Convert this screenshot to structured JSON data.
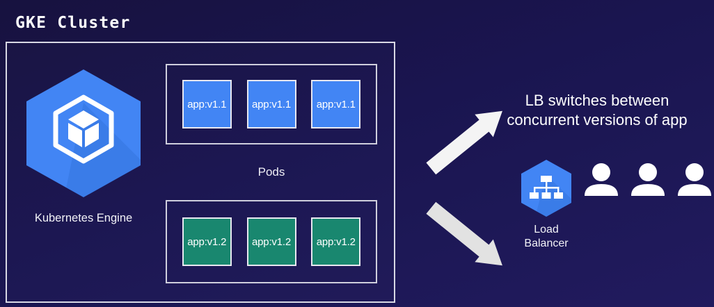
{
  "diagram": {
    "title": "GKE Cluster",
    "cluster": {
      "engine": {
        "label": "Kubernetes Engine",
        "icon": "kubernetes-engine-hexagon-icon"
      },
      "pods_label": "Pods",
      "pod_groups": [
        {
          "version": "v1.1",
          "color": "#4285f4",
          "pods": [
            "app:v1.1",
            "app:v1.1",
            "app:v1.1"
          ]
        },
        {
          "version": "v1.2",
          "color": "#19876f",
          "pods": [
            "app:v1.2",
            "app:v1.2",
            "app:v1.2"
          ]
        }
      ]
    },
    "annotation": {
      "line1": "LB switches between",
      "line2": "concurrent versions of app"
    },
    "load_balancer": {
      "label_line1": "Load",
      "label_line2": "Balancer",
      "icon": "load-balancer-hierarchy-icon",
      "color": "#4285f4"
    },
    "users": {
      "count": 3,
      "icon": "user-person-icon",
      "color": "#ffffff"
    },
    "arrows": [
      {
        "name": "arrow-to-v1-1",
        "direction": "up-left",
        "color": "#f2f2f2"
      },
      {
        "name": "arrow-to-v1-2",
        "direction": "down-left",
        "color": "#e3e3e3"
      }
    ],
    "colors": {
      "background": "#1a1550",
      "border": "#d8d8e4",
      "blue": "#4285f4",
      "green": "#19876f",
      "text": "#ffffff"
    }
  }
}
